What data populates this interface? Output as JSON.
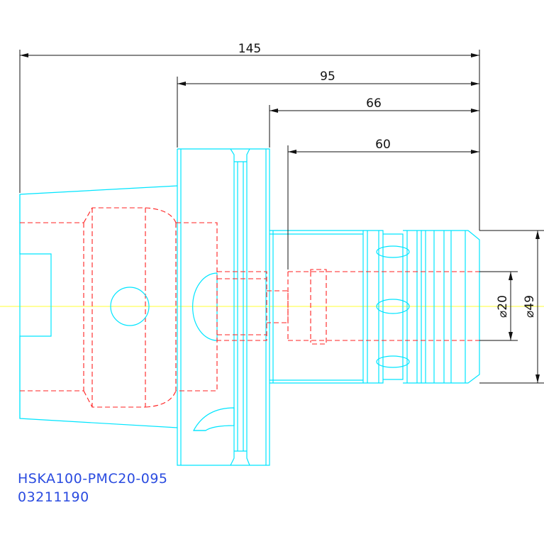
{
  "drawing": {
    "part_number": "HSKA100-PMC20-095",
    "code_number": "03211190",
    "dimensions": {
      "overall_length": "145",
      "gauge_length": "95",
      "body_length": "66",
      "nose_length": "60",
      "bore_diameter": "⌀20",
      "nose_diameter": "⌀49"
    },
    "colors": {
      "outline": "#00e5ff",
      "hidden": "#ff2020",
      "dimension": "#111111",
      "centerline": "#ffff33",
      "label": "#2a4be0"
    }
  }
}
